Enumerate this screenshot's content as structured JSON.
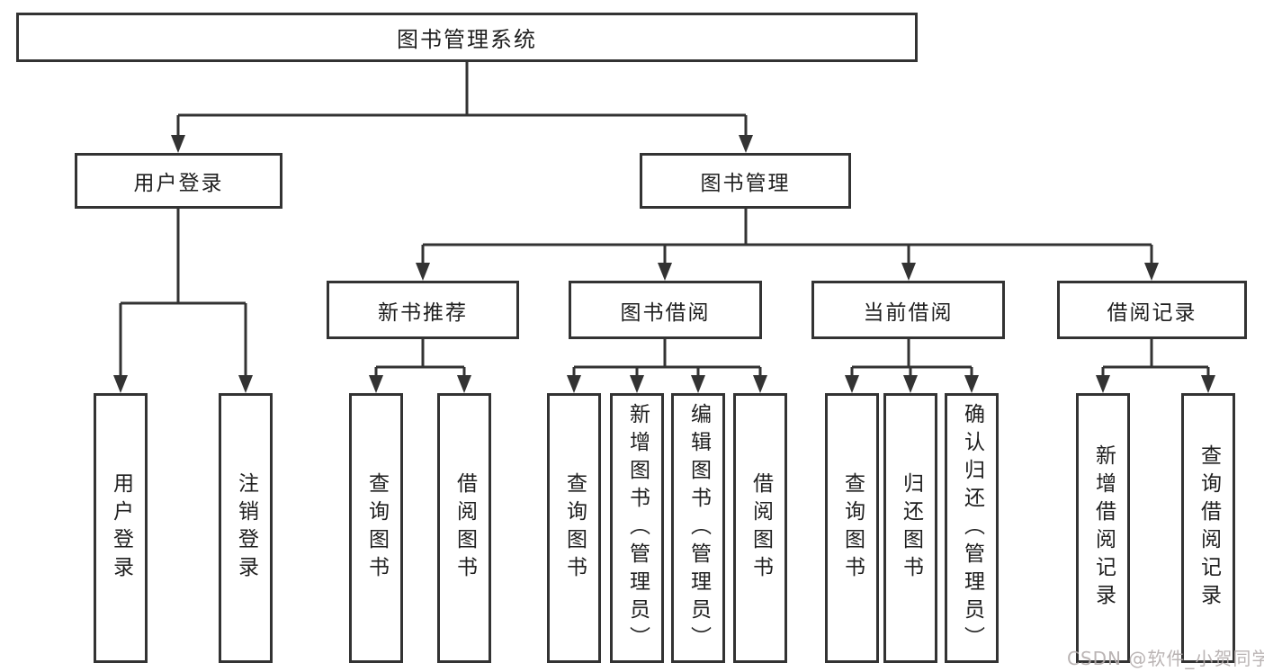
{
  "colors": {
    "line": "#333333",
    "node_text": "#1f1f1f",
    "node_bg": "#ffffff",
    "canvas_bg": "#ffffff",
    "watermark": "#b3acac"
  },
  "tree": {
    "root": "图书管理系统",
    "branches": [
      {
        "label": "用户登录",
        "children": [
          "用户登录",
          "注销登录"
        ]
      },
      {
        "label": "图书管理",
        "groups": [
          {
            "label": "新书推荐",
            "children": [
              "查询图书",
              "借阅图书"
            ]
          },
          {
            "label": "图书借阅",
            "children": [
              "查询图书",
              "新增图书（管理员）",
              "编辑图书（管理员）",
              "借阅图书"
            ]
          },
          {
            "label": "当前借阅",
            "children": [
              "查询图书",
              "归还图书",
              "确认归还（管理员）"
            ]
          },
          {
            "label": "借阅记录",
            "children": [
              "新增借阅记录",
              "查询借阅记录"
            ]
          }
        ]
      }
    ]
  },
  "watermark": "CSDN @软件_小贺同学"
}
